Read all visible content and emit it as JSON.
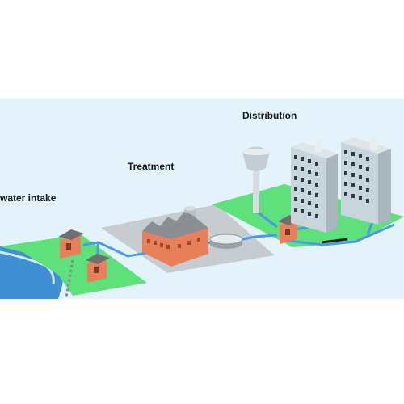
{
  "labels": {
    "intake": "water intake",
    "treatment": "Treatment",
    "distribution": "Distribution"
  },
  "colors": {
    "sky": "#e4f3fb",
    "grass": "#5ee07a",
    "pad": "#c7ccd1",
    "water": "#3f8fd3",
    "pipe": "#4a9be6",
    "brick": "#e9805c",
    "roof": "#6f6f6f",
    "building": "#c9d5dc"
  },
  "icons": [
    "water-intake-hut-icon",
    "pump-house-icon",
    "treatment-plant-icon",
    "settling-tank-icon",
    "water-tower-icon",
    "apartment-building-icon"
  ]
}
